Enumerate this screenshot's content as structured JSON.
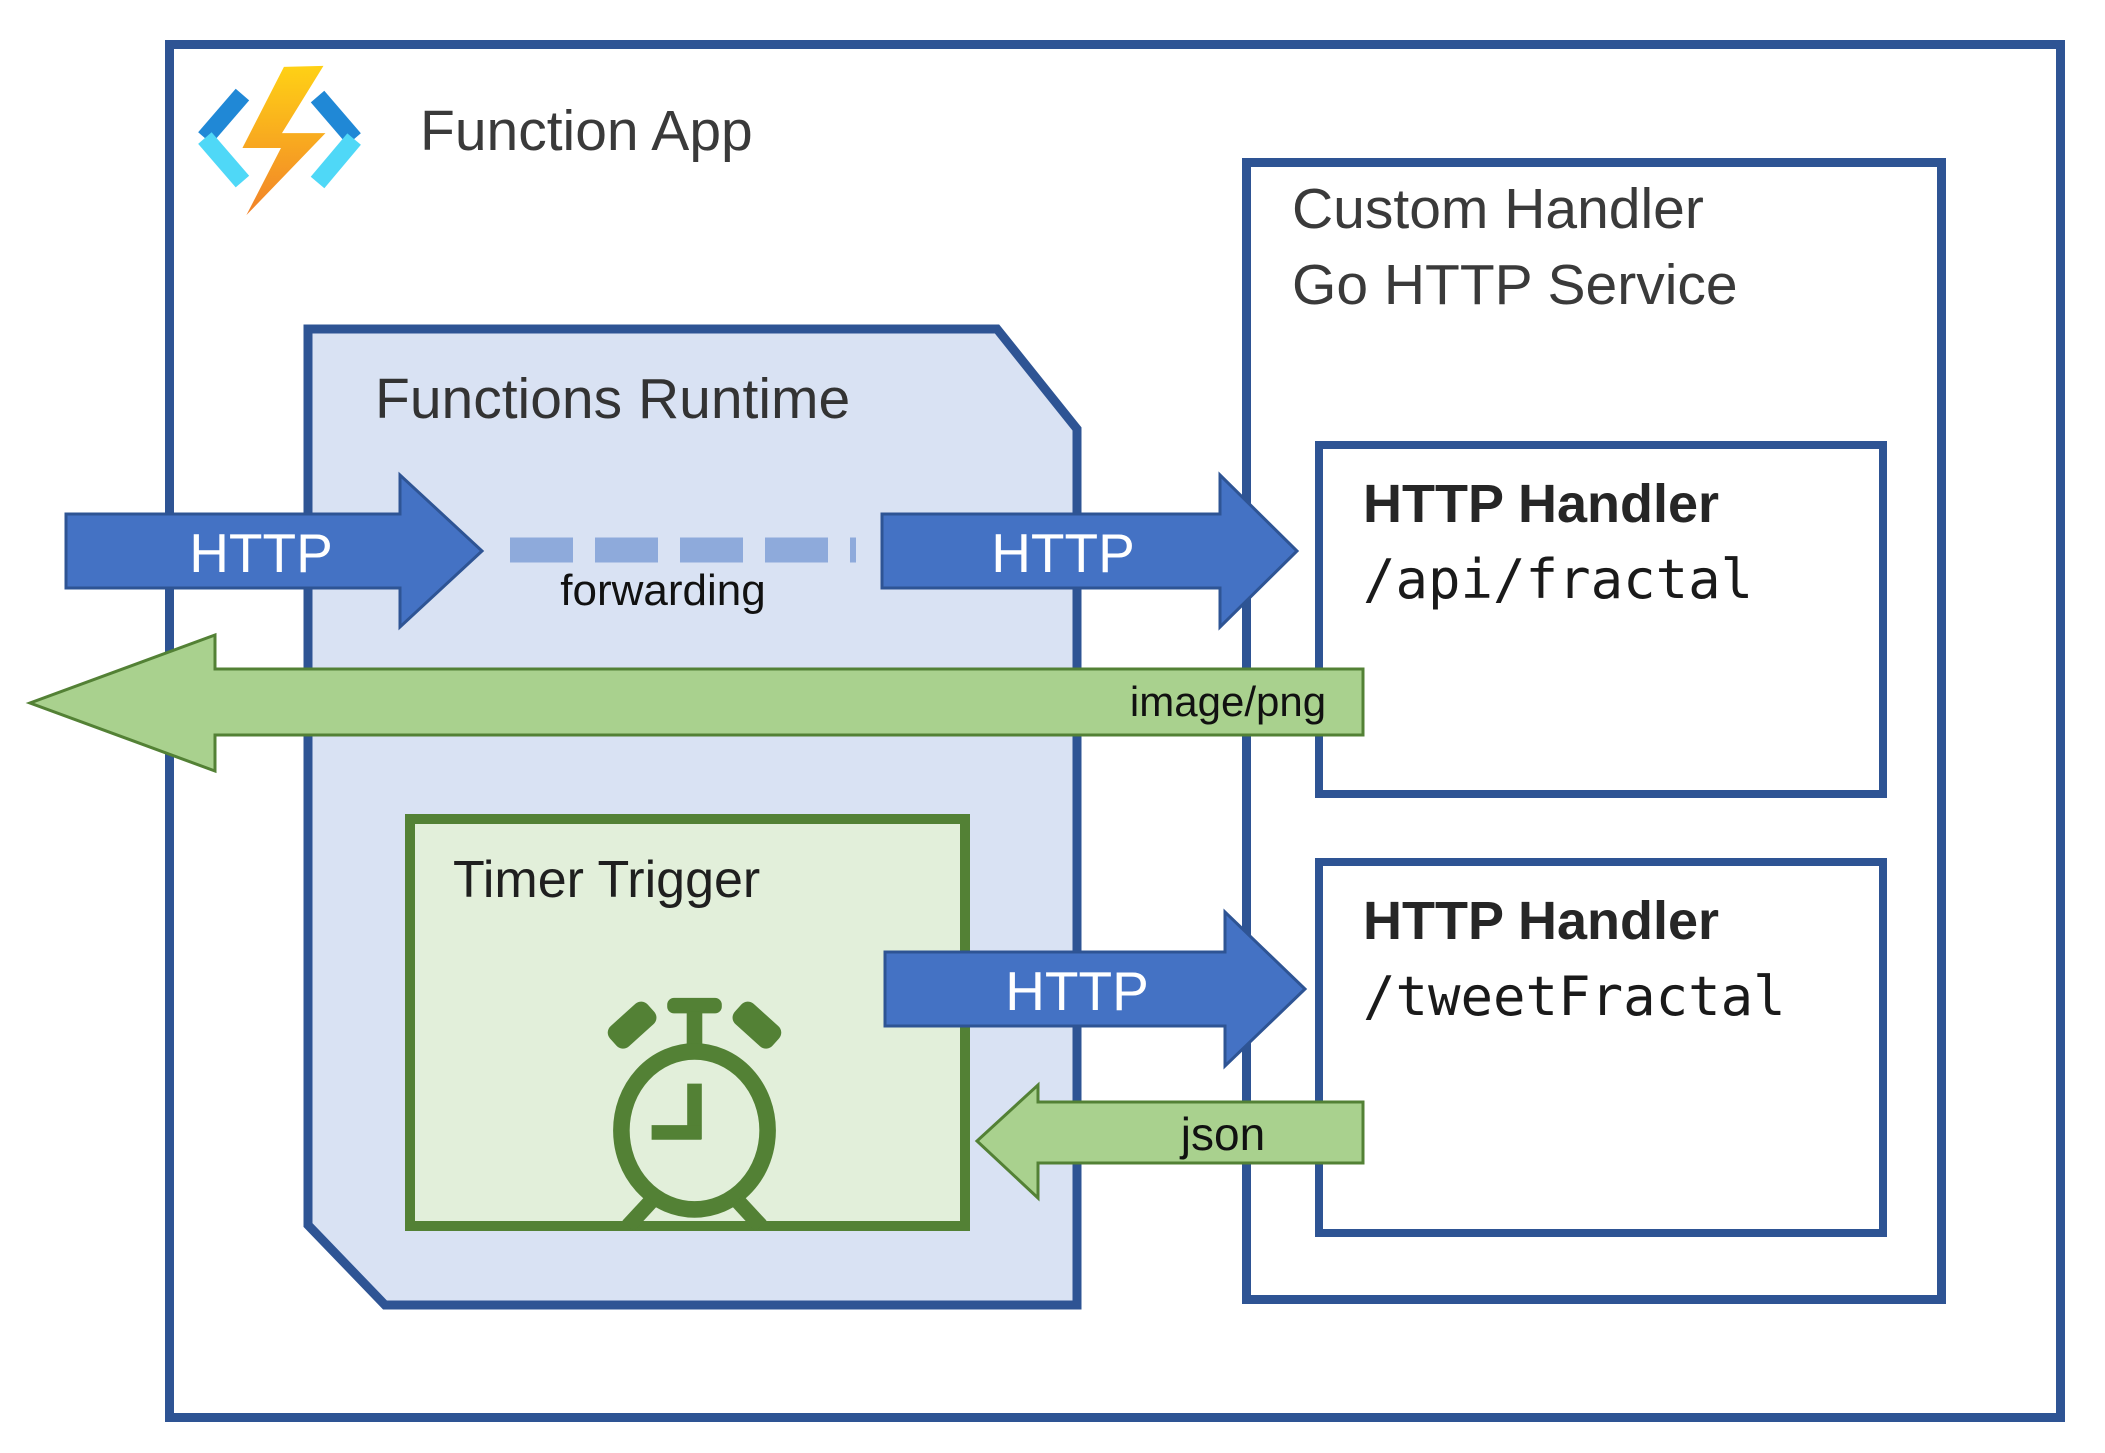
{
  "function_app": {
    "title": "Function App",
    "icon": "azure-functions-lightning-icon"
  },
  "functions_runtime": {
    "title": "Functions Runtime",
    "forwarding_label": "forwarding"
  },
  "custom_handler": {
    "title_line1": "Custom Handler",
    "title_line2": "Go HTTP Service",
    "handlers": [
      {
        "title": "HTTP Handler",
        "route": "/api/fractal"
      },
      {
        "title": "HTTP Handler",
        "route": "/tweetFractal"
      }
    ]
  },
  "timer_trigger": {
    "title": "Timer Trigger",
    "icon": "alarm-clock-icon"
  },
  "arrows": [
    {
      "label": "HTTP",
      "direction": "right",
      "from": "client",
      "to": "functions-runtime",
      "color": "#4472c4"
    },
    {
      "label": "HTTP",
      "direction": "right",
      "from": "functions-runtime",
      "to": "/api/fractal",
      "color": "#4472c4"
    },
    {
      "label": "image/png",
      "direction": "left",
      "from": "/api/fractal",
      "to": "client",
      "color": "#a9d18e"
    },
    {
      "label": "HTTP",
      "direction": "right",
      "from": "timer-trigger",
      "to": "/tweetFractal",
      "color": "#4472c4"
    },
    {
      "label": "json",
      "direction": "left",
      "from": "/tweetFractal",
      "to": "timer-trigger",
      "color": "#a9d18e"
    }
  ],
  "colors": {
    "border_dark_blue": "#2e5494",
    "arrow_blue": "#4472c4",
    "runtime_fill": "#d9e2f3",
    "dash_blue": "#8eaadb",
    "arrow_green_fill": "#a9d18e",
    "green_dark": "#538135",
    "timer_fill": "#e2efda",
    "bolt_yellow": "#ffd115",
    "bolt_orange": "#f1822a",
    "bracket_dark_blue": "#2088d6",
    "bracket_cyan": "#4fd8f7"
  }
}
